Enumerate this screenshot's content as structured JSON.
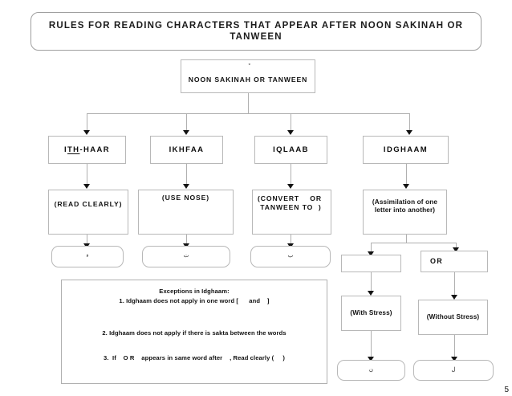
{
  "page": {
    "title": "RULES FOR READING CHARACTERS THAT APPEAR AFTER NOON SAKINAH OR TANWEEN",
    "page_number": "5",
    "line_color": "#b0b0b0",
    "border_color": "#b8b8b8",
    "text_color": "#111111",
    "background": "#ffffff"
  },
  "root": {
    "arabic": "ْ",
    "label": "NOON SAKINAH OR TANWEEN"
  },
  "branches": [
    {
      "name": "ith-haar",
      "label": "ITH-HAAR",
      "label_prefix": "I",
      "label_underlined": "TH",
      "label_suffix": "-HAAR",
      "description": "(READ CLEARLY)",
      "letters_arabic": "ء"
    },
    {
      "name": "ikhfaa",
      "label": "IKHFAA",
      "description": "(USE NOSE)",
      "letters_arabic": "ت"
    },
    {
      "name": "iqlaab",
      "label": "IQLAAB",
      "description": "(CONVERT    OR\n TANWEEN TO  )",
      "letters_arabic": "ب"
    },
    {
      "name": "idghaam",
      "label": "IDGHAAM",
      "description": "(Assimilation of one\nletter into another)"
    }
  ],
  "idghaam_sub": [
    {
      "name": "idghaam-left",
      "label": "",
      "stress": "(With Stress)",
      "letters_arabic": "ن"
    },
    {
      "name": "idghaam-right",
      "label": "OR",
      "stress": "(Without Stress)",
      "letters_arabic": "ل"
    }
  ],
  "exceptions": {
    "title": "Exceptions in Idghaam:",
    "item_1": "1. Idghaam does not apply in one word [      and    ]",
    "item_2": "2. Idghaam does not apply if there is sakta between the words",
    "item_3": "3.  If    O R    appears in same word after    , Read clearly (     )"
  }
}
